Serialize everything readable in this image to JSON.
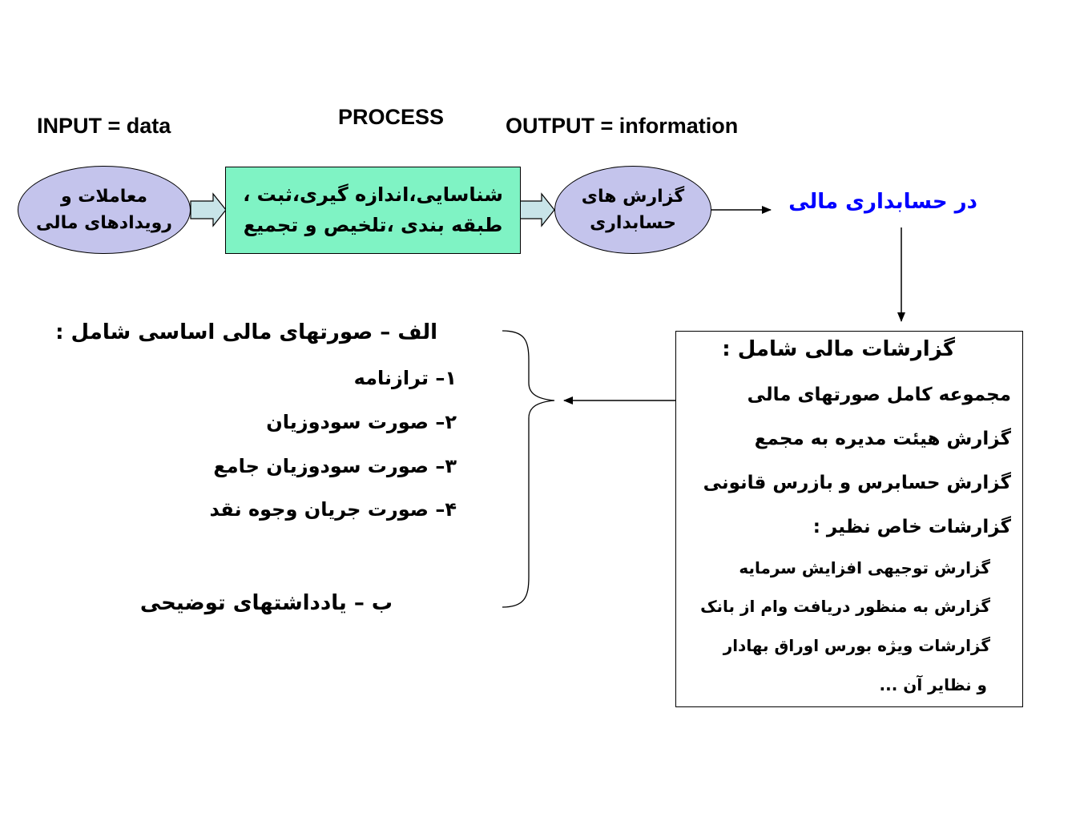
{
  "headers": {
    "input": "INPUT = data",
    "process": "PROCESS",
    "output": "OUTPUT = information"
  },
  "flow": {
    "input_node": {
      "line1": "معاملات و",
      "line2": "رویدادهای مالی"
    },
    "process_node": {
      "line1": "شناسایی،اندازه گیری،ثبت ،",
      "line2": "طبقه بندی ،تلخیص و تجمیع"
    },
    "output_node": {
      "line1": "گزارش های",
      "line2": "حسابداری"
    },
    "context_label": "در حسابداری مالی",
    "colors": {
      "ellipse_fill": "#c4c4ec",
      "process_fill": "#7ff3c4",
      "context_label": "#0000ff",
      "block_arrow": "#c8e4e8"
    }
  },
  "reports_box": {
    "title": "گزارشات مالی شامل :",
    "items": [
      "مجموعه کامل صورتهای مالی",
      "گزارش هیئت مدیره به مجمع",
      "گزارش حسابرس و بازرس قانونی",
      "گزارشات خاص نظیر :"
    ],
    "sub_items": [
      "گزارش توجیهی افزایش سرمایه",
      "گزارش به منظور دریافت وام از بانک",
      "گزارشات ویژه بورس اوراق بهادار",
      "و نظایر آن ..."
    ]
  },
  "statements": {
    "heading": "الف – صورتهای مالی اساسی شامل :",
    "items": [
      "۱– ترازنامه",
      "۲– صورت سودوزیان",
      "۳– صورت سودوزیان جامع",
      "۴– صورت جریان وجوه نقد"
    ],
    "notes": "ب – یادداشتهای توضیحی"
  }
}
